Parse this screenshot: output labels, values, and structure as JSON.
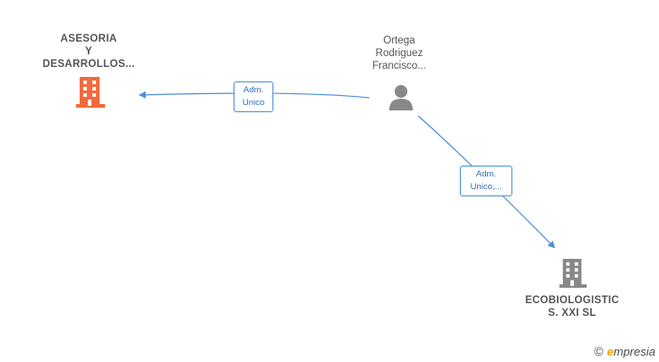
{
  "nodes": {
    "company_left": {
      "lines": [
        "ASESORIA",
        "Y",
        "DESARROLLOS..."
      ],
      "color": "#f26a3d"
    },
    "person": {
      "lines": [
        "Ortega",
        "Rodriguez",
        "Francisco..."
      ],
      "color": "#888888"
    },
    "company_right": {
      "lines": [
        "ECOBIOLOGISTIC",
        "S.  XXI SL"
      ],
      "color": "#888888"
    }
  },
  "edges": {
    "left": {
      "lines": [
        "Adm.",
        "Unico"
      ]
    },
    "right": {
      "lines": [
        "Adm.",
        "Unico,..."
      ]
    }
  },
  "edge_color": "#4a90d9",
  "brand": {
    "copyright": "©",
    "initial": "e",
    "rest": "mpresia",
    "accent": "#f2a400"
  }
}
